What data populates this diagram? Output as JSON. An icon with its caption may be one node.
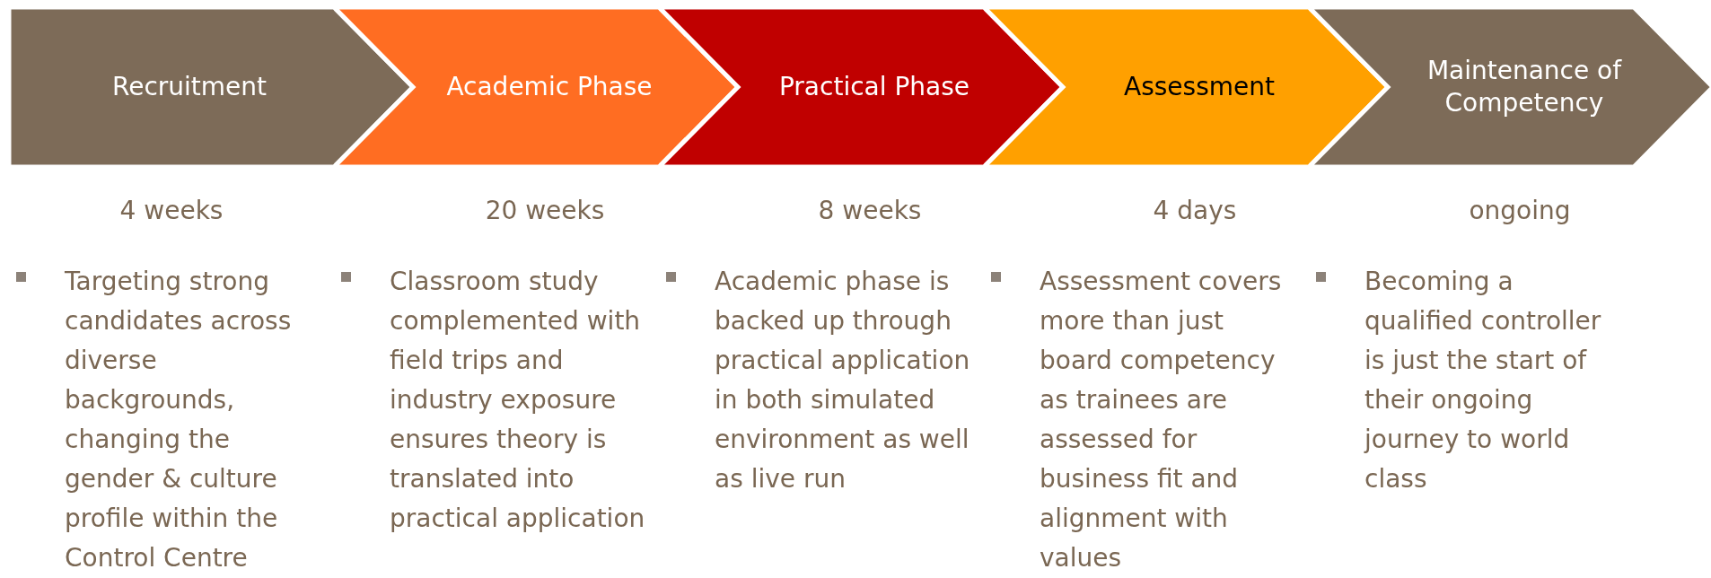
{
  "diagram": {
    "nodes": [
      {
        "text": [
          "Recruitment"
        ],
        "beside": [
          "4 weeks",
          "Targeting strong candidates across diverse backgrounds, changing the gender & culture profile within the Control Centre"
        ]
      },
      {
        "text": [
          "Academic Phase"
        ],
        "beside": [
          "20 weeks",
          "Classroom study complemented with field trips and industry exposure ensures theory is translated into practical application"
        ]
      },
      {
        "text": [
          "Practical Phase"
        ],
        "beside": [
          "8 weeks",
          "Academic phase is backed up through practical application in both simulated environment as well as live run"
        ]
      },
      {
        "text": [
          "Assessment"
        ],
        "beside": [
          "4 days",
          "Assessment covers more than just board competency as trainees are assessed for business fit and alignment with values"
        ]
      },
      {
        "text": [
          "Maintenance of Competency"
        ],
        "beside": [
          "ongoing",
          "Becoming a qualified controller is just the start of their ongoing journey to world class"
        ]
      }
    ]
  }
}
